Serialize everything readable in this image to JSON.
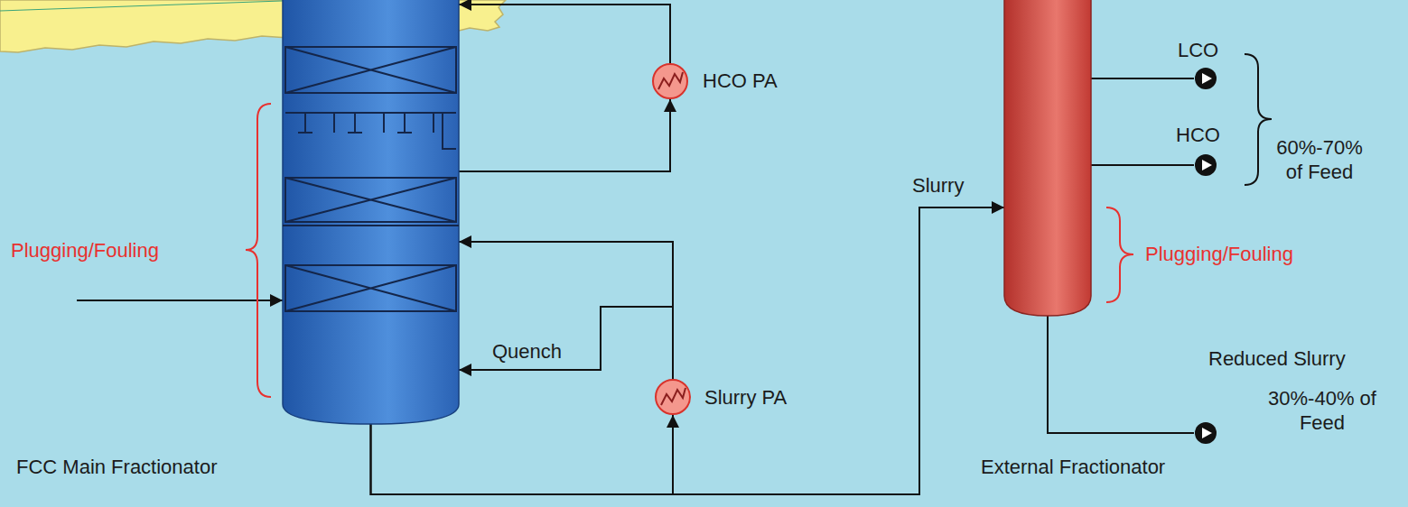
{
  "diagram": {
    "nodes": [
      {
        "text": [
          "FCC Main Fractionator"
        ]
      },
      {
        "text": [
          "HCO PA"
        ]
      },
      {
        "text": [
          "Slurry PA"
        ]
      },
      {
        "text": [
          "External Fractionator"
        ]
      },
      {
        "text": [
          "LCO"
        ]
      },
      {
        "text": [
          "HCO"
        ]
      },
      {
        "text": [
          "Reduced Slurry"
        ]
      }
    ],
    "edges": [
      {
        "from": 0,
        "to": 1,
        "arrow": "to"
      },
      {
        "from": 1,
        "to": 0,
        "arrow": "to"
      },
      {
        "from": 0,
        "to": 2,
        "arrow": "to"
      },
      {
        "from": 2,
        "to": 0,
        "arrow": "to"
      },
      {
        "from": 2,
        "to": 0,
        "label": "Quench",
        "arrow": "to"
      },
      {
        "from": 0,
        "to": 3,
        "label": "Slurry",
        "arrow": "to"
      },
      {
        "from": 3,
        "to": 4,
        "arrow": "none"
      },
      {
        "from": 3,
        "to": 5,
        "arrow": "none"
      },
      {
        "from": 3,
        "to": 6,
        "arrow": "none"
      }
    ],
    "labels": [
      "Plugging/Fouling",
      "60%-70% of Feed",
      "Plugging/Fouling",
      "30%-40% of Feed"
    ]
  }
}
